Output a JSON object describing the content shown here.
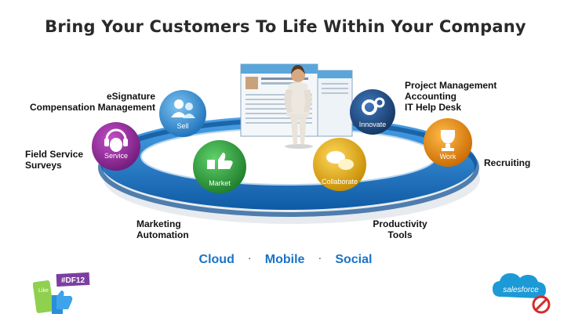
{
  "title": "Bring Your Customers To Life Within Your Company",
  "labels": {
    "left_top": [
      "eSignature",
      "Compensation Management"
    ],
    "left_mid": [
      "Field Service",
      "Surveys"
    ],
    "right_top": [
      "Project Management",
      "Accounting",
      "IT Help Desk"
    ],
    "right_mid": "Recruiting",
    "bottom_left": [
      "Marketing",
      "Automation"
    ],
    "bottom_right": [
      "Productivity",
      "Tools"
    ]
  },
  "nodes": {
    "sell": "Sell",
    "service": "Service",
    "market": "Market",
    "collaborate": "Collaborate",
    "innovate": "Innovate",
    "work": "Work"
  },
  "footer": {
    "cloud": "Cloud",
    "mobile": "Mobile",
    "social": "Social",
    "separator": "."
  },
  "badge": {
    "tag": "#DF12",
    "like": "Like"
  },
  "logo": {
    "brand": "salesforce"
  },
  "colors": {
    "ring": "#1f7fd1",
    "ring_dark": "#135fa8",
    "sell": "#2b8fd6",
    "service": "#9b2aa0",
    "market": "#2c9c3a",
    "collaborate": "#e8b000",
    "innovate": "#1f4f8a",
    "work": "#f08c00",
    "footer_text": "#1a73c8"
  }
}
